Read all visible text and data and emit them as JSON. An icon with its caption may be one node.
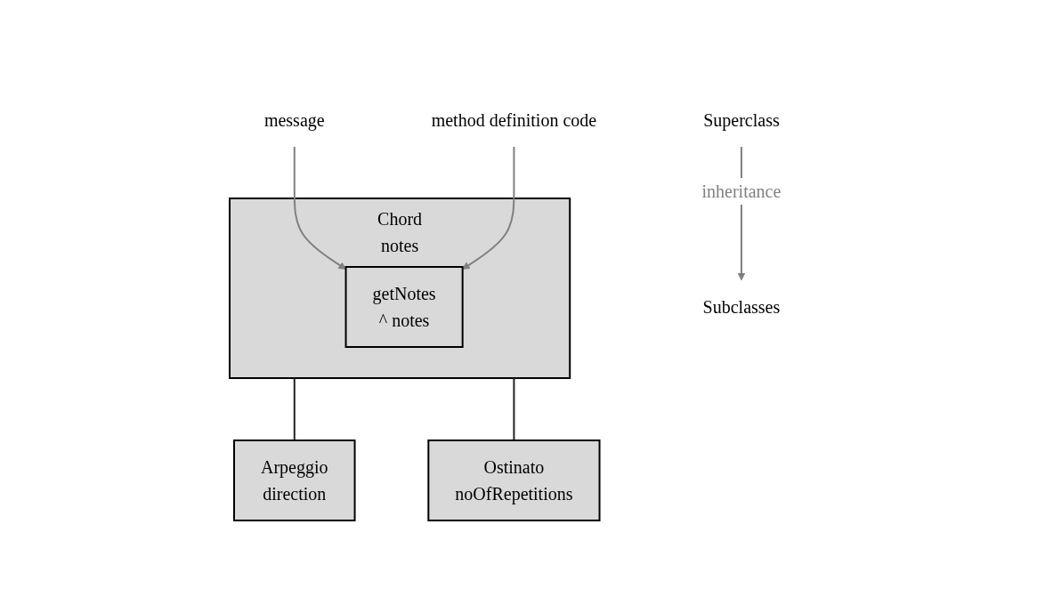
{
  "diagram": {
    "nodes": [
      {
        "text": [
          "Chord",
          "notes"
        ]
      },
      {
        "text": [
          "getNotes",
          "^ notes"
        ],
        "in": 0
      },
      {
        "text": [
          "Arpeggio",
          "direction"
        ]
      },
      {
        "text": [
          "Ostinato",
          "noOfRepetitions"
        ]
      },
      {
        "text": [
          "message"
        ]
      },
      {
        "text": [
          "method definition code"
        ]
      },
      {
        "text": [
          "Superclass"
        ]
      },
      {
        "text": [
          "Subclasses"
        ]
      }
    ],
    "edges": [
      {
        "from": 0,
        "to": 2,
        "arrow": "none",
        "color": "#222222"
      },
      {
        "from": 0,
        "to": 3,
        "arrow": "none",
        "color": "#222222"
      },
      {
        "from": 4,
        "to": 1,
        "arrow": "to"
      },
      {
        "from": 5,
        "to": 1,
        "arrow": "to"
      },
      {
        "from": 6,
        "to": 7,
        "label": "inheritance",
        "arrow": "to"
      }
    ]
  }
}
